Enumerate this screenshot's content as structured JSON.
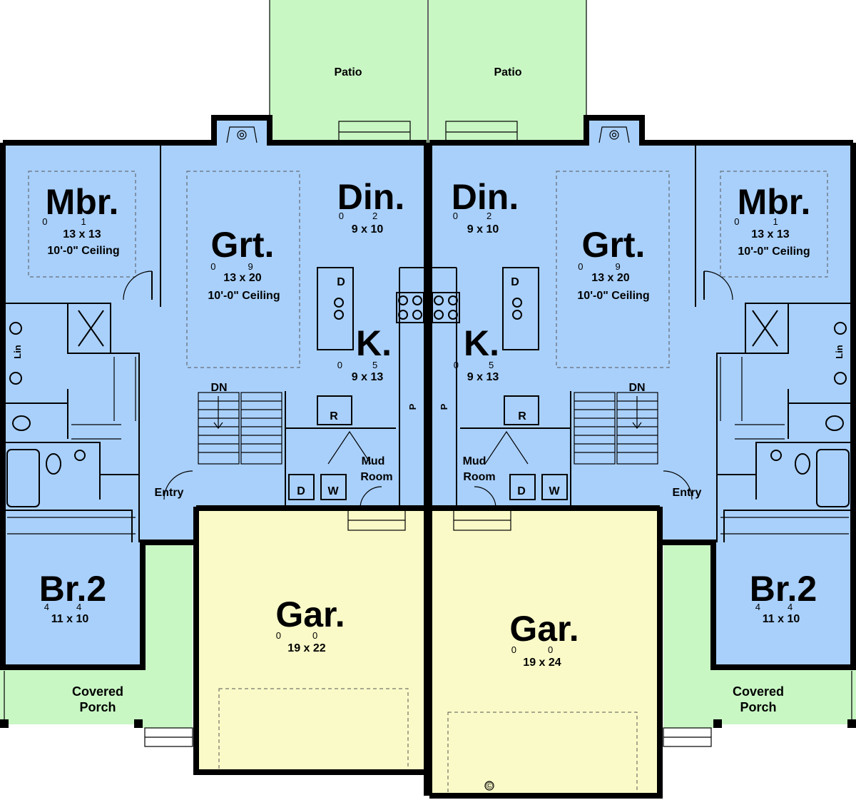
{
  "colors": {
    "living": "#a9d0fb",
    "garage": "#fafac8",
    "outdoor": "#c9f7c4",
    "wall": "#000000",
    "background": "#ffffff"
  },
  "units": [
    {
      "id": "left",
      "patio": "Patio",
      "master": {
        "name": "Mbr.",
        "dims": "13 x 13",
        "sup": [
          "0",
          "1"
        ],
        "ceiling": "10'-0\" Ceiling"
      },
      "great": {
        "name": "Grt.",
        "dims": "13 x 20",
        "sup": [
          "0",
          "9"
        ],
        "ceiling": "10'-0\" Ceiling"
      },
      "dining": {
        "name": "Din.",
        "dims": "9 x 10",
        "sup": [
          "0",
          "2"
        ]
      },
      "kitchen": {
        "name": "K.",
        "dims": "9 x 13",
        "sup": [
          "0",
          "5"
        ]
      },
      "bedroom2": {
        "name": "Br.2",
        "dims": "11 x 10",
        "sup": [
          "4",
          "4"
        ]
      },
      "garage": {
        "name": "Gar.",
        "dims": "19 x 22",
        "sup": [
          "0",
          "0"
        ]
      },
      "porch": [
        "Covered",
        "Porch"
      ],
      "entry": "Entry",
      "mud": [
        "Mud",
        "Room"
      ],
      "stair": "DN",
      "linen": "Lin",
      "appliances": {
        "dishwasher": "D",
        "refrigerator": "R",
        "pantry": "P",
        "dryer": "D",
        "washer": "W"
      }
    },
    {
      "id": "right",
      "patio": "Patio",
      "master": {
        "name": "Mbr.",
        "dims": "13 x 13",
        "sup": [
          "0",
          "1"
        ],
        "ceiling": "10'-0\" Ceiling"
      },
      "great": {
        "name": "Grt.",
        "dims": "13 x 20",
        "sup": [
          "0",
          "9"
        ],
        "ceiling": "10'-0\" Ceiling"
      },
      "dining": {
        "name": "Din.",
        "dims": "9 x 10",
        "sup": [
          "0",
          "2"
        ]
      },
      "kitchen": {
        "name": "K.",
        "dims": "9 x 13",
        "sup": [
          "0",
          "5"
        ]
      },
      "bedroom2": {
        "name": "Br.2",
        "dims": "11 x 10",
        "sup": [
          "4",
          "4"
        ]
      },
      "garage": {
        "name": "Gar.",
        "dims": "19 x 24",
        "sup": [
          "0",
          "0"
        ]
      },
      "porch": [
        "Covered",
        "Porch"
      ],
      "entry": "Entry",
      "mud": [
        "Mud",
        "Room"
      ],
      "stair": "DN",
      "linen": "Lin",
      "appliances": {
        "dishwasher": "D",
        "refrigerator": "R",
        "pantry": "P",
        "dryer": "D",
        "washer": "W"
      }
    }
  ],
  "copyright": "©"
}
